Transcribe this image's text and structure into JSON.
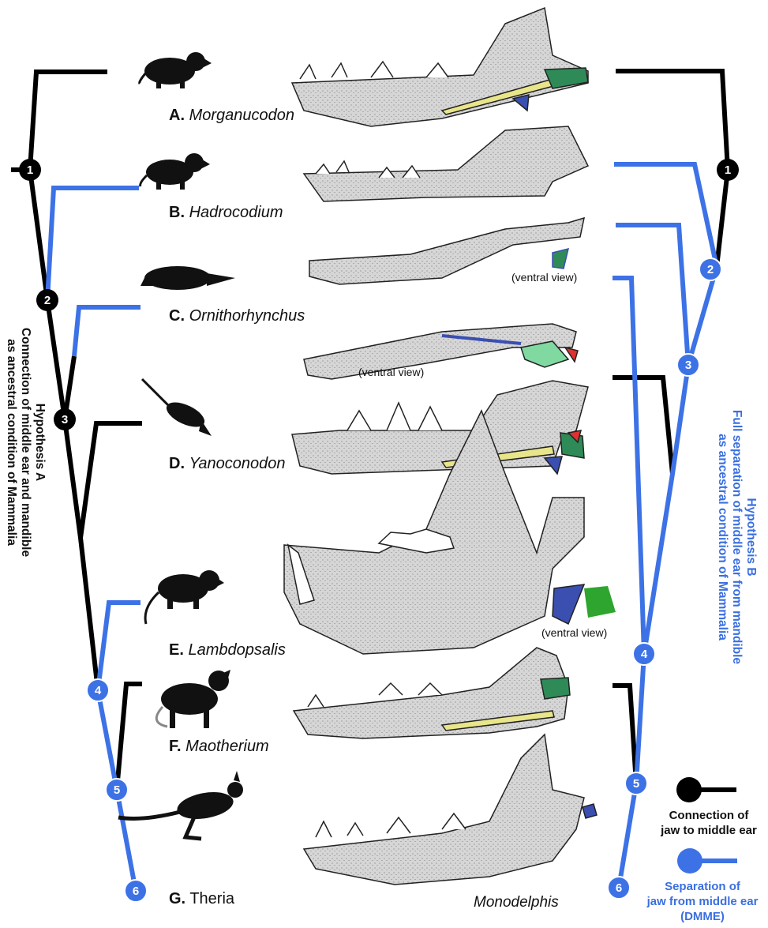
{
  "colors": {
    "connection": "#000000",
    "separation": "#3d72e6",
    "bone": "#d6d6d6",
    "dentary_outline": "#222222",
    "malleus": "#2e8b57",
    "ectotympanic": "#3a4fb0",
    "incus": "#e03030",
    "meckel": "#e8e58a",
    "hypothesis_b_text": "#3a6fe0"
  },
  "taxa": [
    {
      "letter": "A.",
      "name": "Morganucodon"
    },
    {
      "letter": "B.",
      "name": "Hadrocodium"
    },
    {
      "letter": "C.",
      "name": "Ornithorhynchus"
    },
    {
      "letter": "D.",
      "name": "Yanoconodon"
    },
    {
      "letter": "E.",
      "name": "Lambdopsalis"
    },
    {
      "letter": "F.",
      "name": "Maotherium"
    },
    {
      "letter": "G.",
      "name": "Theria"
    }
  ],
  "view_notes": {
    "c_upper": "(ventral view)",
    "c_lower": "(ventral view)",
    "e": "(ventral view)"
  },
  "specimen_note": "Monodelphis",
  "hypothesis_a": {
    "title": "Hypothesis A",
    "line1": "Connection of middle ear and mandible",
    "line2": "as ancestral condition of Mammalia"
  },
  "hypothesis_b": {
    "title": "Hypothesis B",
    "line1": "Full separation of middle ear from mandible",
    "line2": "as ancestral condition of Mammalia"
  },
  "nodes_left": [
    "1",
    "2",
    "3",
    "4",
    "5",
    "6"
  ],
  "nodes_right": [
    "1",
    "2",
    "3",
    "4",
    "5",
    "6"
  ],
  "legend": {
    "connection_line1": "Connection of",
    "connection_line2": "jaw to middle ear",
    "separation_line1": "Separation of",
    "separation_line2": "jaw from middle ear",
    "separation_line3": "(DMME)",
    "connection_icon": "black-filled-node-icon",
    "separation_icon": "blue-filled-node-icon"
  }
}
